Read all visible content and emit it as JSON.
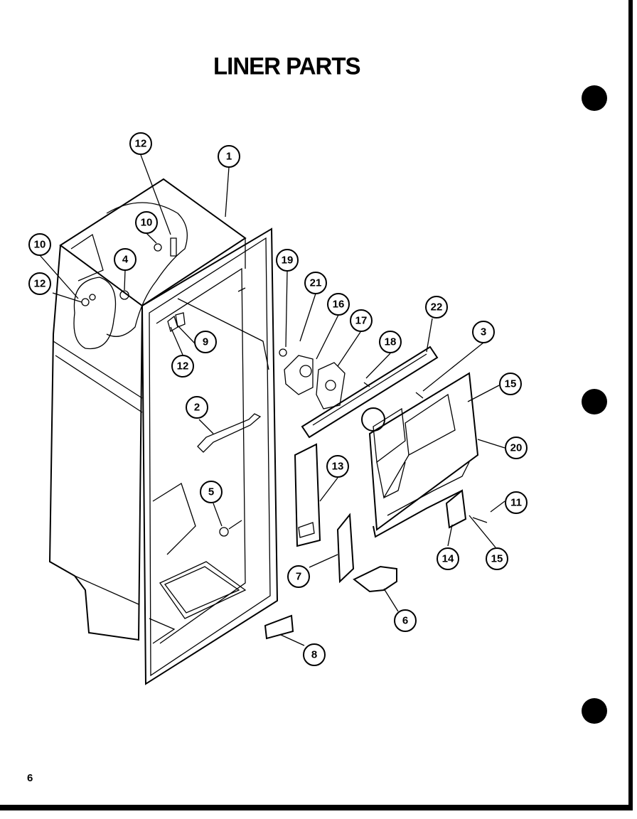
{
  "title": "LINER PARTS",
  "page_number": "6",
  "callouts": [
    {
      "id": "c1",
      "label": "1"
    },
    {
      "id": "c12a",
      "label": "12"
    },
    {
      "id": "c10a",
      "label": "10"
    },
    {
      "id": "c10b",
      "label": "10"
    },
    {
      "id": "c4",
      "label": "4"
    },
    {
      "id": "c12b",
      "label": "12"
    },
    {
      "id": "c19",
      "label": "19"
    },
    {
      "id": "c21",
      "label": "21"
    },
    {
      "id": "c16",
      "label": "16"
    },
    {
      "id": "c17",
      "label": "17"
    },
    {
      "id": "c22",
      "label": "22"
    },
    {
      "id": "c3",
      "label": "3"
    },
    {
      "id": "c18",
      "label": "18"
    },
    {
      "id": "c9",
      "label": "9"
    },
    {
      "id": "c12c",
      "label": "12"
    },
    {
      "id": "c15a",
      "label": "15"
    },
    {
      "id": "c2",
      "label": "2"
    },
    {
      "id": "c20",
      "label": "20"
    },
    {
      "id": "c13",
      "label": "13"
    },
    {
      "id": "c11",
      "label": "11"
    },
    {
      "id": "c5",
      "label": "5"
    },
    {
      "id": "c14",
      "label": "14"
    },
    {
      "id": "c15b",
      "label": "15"
    },
    {
      "id": "c7",
      "label": "7"
    },
    {
      "id": "c6",
      "label": "6"
    },
    {
      "id": "c8",
      "label": "8"
    }
  ]
}
